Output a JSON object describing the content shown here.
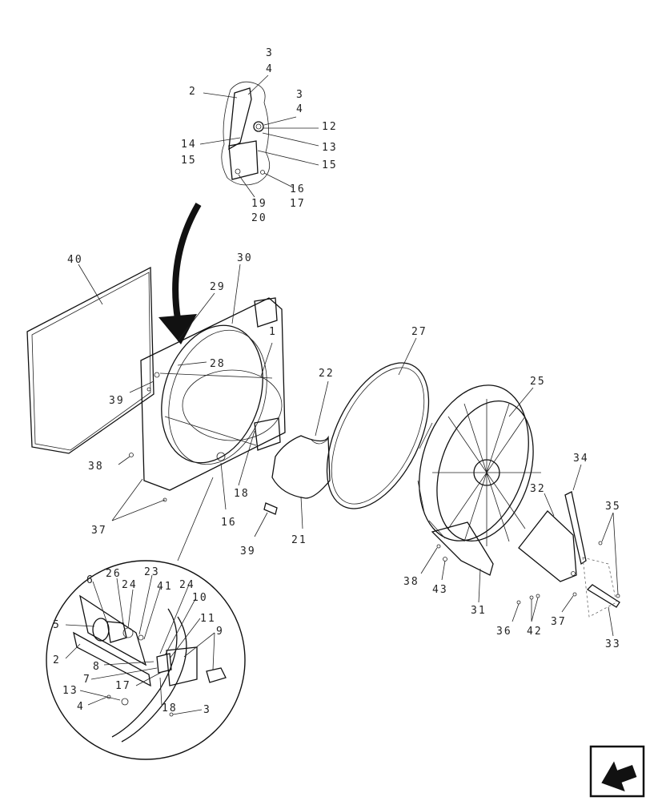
{
  "diagram": {
    "callouts": {
      "top_3a": "3",
      "top_4a": "4",
      "top_2": "2",
      "top_3b": "3",
      "top_4b": "4",
      "top_12": "12",
      "top_14": "14",
      "top_13": "13",
      "top_15a": "15",
      "top_15b": "15",
      "top_16": "16",
      "top_17": "17",
      "top_19": "19",
      "top_20": "20",
      "c40": "40",
      "c30": "30",
      "c29": "29",
      "c28": "28",
      "c1": "1",
      "c39a": "39",
      "c27": "27",
      "c22": "22",
      "c25": "25",
      "c34": "34",
      "c32": "32",
      "c35": "35",
      "c38a": "38",
      "c37a": "37",
      "c18a": "18",
      "c16": "16",
      "c39b": "39",
      "c21": "21",
      "c38b": "38",
      "c43": "43",
      "c31": "31",
      "c36": "36",
      "c42": "42",
      "c37b": "37",
      "c33": "33",
      "d6": "6",
      "d26": "26",
      "d23": "23",
      "d24a": "24",
      "d41": "41",
      "d24b": "24",
      "d10": "10",
      "d11": "11",
      "d9": "9",
      "d5": "5",
      "d2": "2",
      "d8": "8",
      "d7": "7",
      "d17": "17",
      "d13": "13",
      "d4": "4",
      "d18": "18",
      "d3": "3"
    },
    "nav_icon": "arrow-back-icon"
  }
}
